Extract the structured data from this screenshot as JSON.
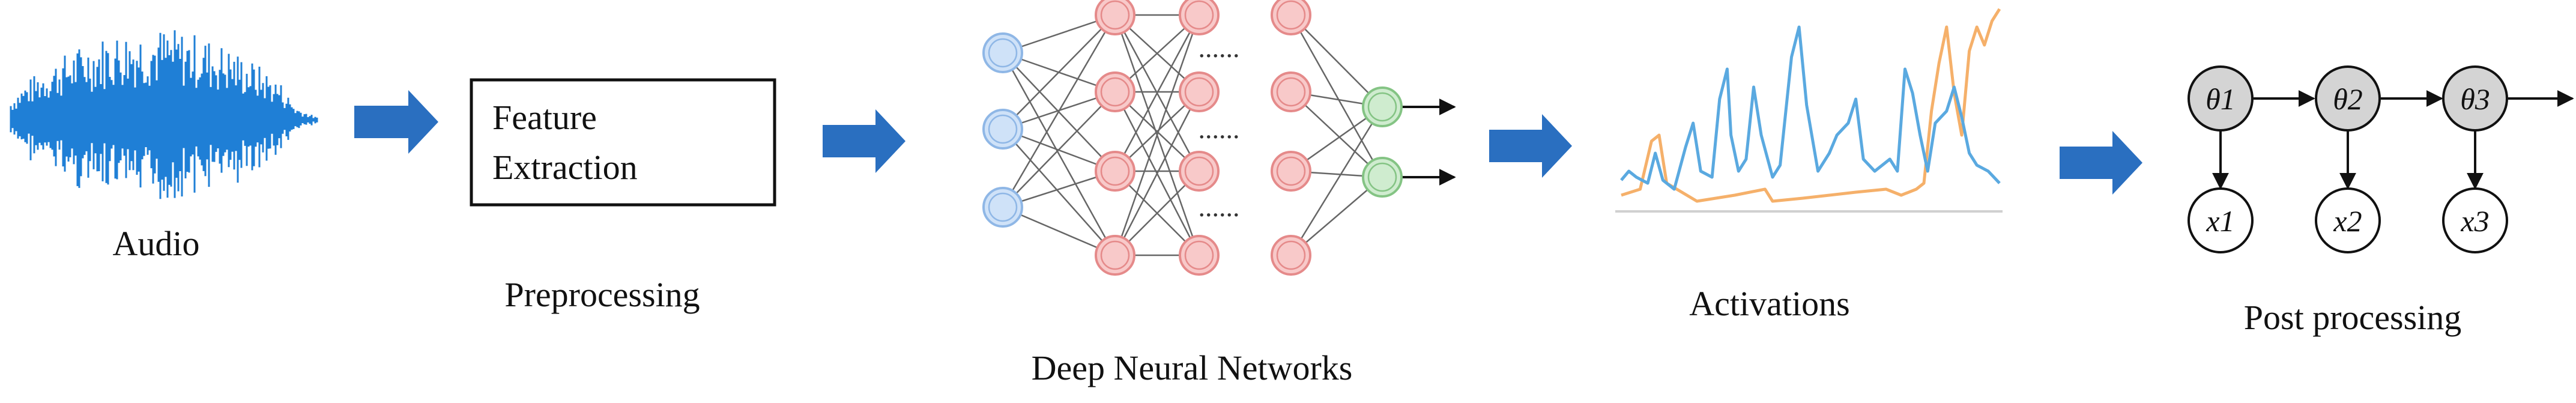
{
  "labels": {
    "audio": "Audio",
    "feature_line1": "Feature",
    "feature_line2": "Extraction",
    "preprocessing": "Preprocessing",
    "dnn": "Deep Neural Networks",
    "activations": "Activations",
    "post_processing": "Post processing",
    "dots": "......"
  },
  "hmm": {
    "states": [
      "θ1",
      "θ2",
      "θ3"
    ],
    "observations": [
      "x1",
      "x2",
      "x3"
    ]
  },
  "colors": {
    "waveform": "#1f7fd6",
    "arrow": "#2a6fc0",
    "node_input_fill": "#cfe2f8",
    "node_input_stroke": "#8fb7e6",
    "node_hidden_fill": "#f8c9c9",
    "node_hidden_stroke": "#e58a8a",
    "node_output_fill": "#cfeccf",
    "node_output_stroke": "#84c484",
    "series_blue": "#5aa9e0",
    "series_orange": "#f5b06a",
    "state_fill": "#d4d4d4",
    "text": "#111111"
  }
}
